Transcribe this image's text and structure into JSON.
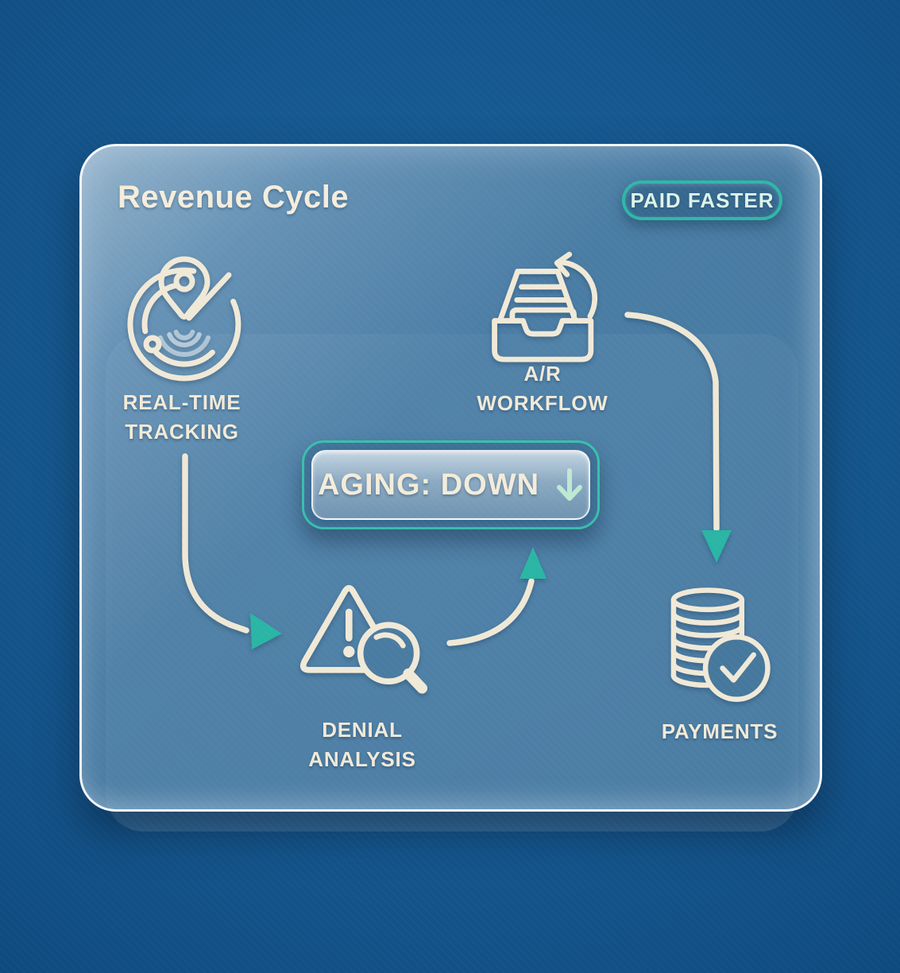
{
  "palette": {
    "background": "#15578E",
    "card_tint": "#4B7DA4",
    "stroke_cream": "#F0E9D7",
    "accent_teal": "#2DB7A6",
    "accent_mint": "#BFE9D3",
    "badge_text": "#DCF3EA"
  },
  "header": {
    "title": "Revenue Cycle",
    "badge_label": "PAID FASTER"
  },
  "nodes": [
    {
      "id": "real-time-tracking",
      "icon": "radar-location-pin-icon",
      "label_lines": [
        "REAL-TIME",
        "TRACKING"
      ]
    },
    {
      "id": "ar-workflow",
      "icon": "inbox-refresh-icon",
      "label_lines": [
        "A/R",
        "WORKFLOW"
      ]
    },
    {
      "id": "denial-analysis",
      "icon": "warning-magnifier-icon",
      "label_lines": [
        "DENIAL",
        "ANALYSIS"
      ]
    },
    {
      "id": "payments",
      "icon": "coins-checkmark-icon",
      "label_lines": [
        "PAYMENTS"
      ]
    }
  ],
  "banner": {
    "text": "AGING: DOWN",
    "icon": "down-arrow-icon"
  },
  "flow": [
    {
      "from": "real-time-tracking",
      "to": "denial-analysis"
    },
    {
      "from": "denial-analysis",
      "to": "aging-banner"
    },
    {
      "from": "ar-workflow",
      "to": "payments"
    }
  ]
}
